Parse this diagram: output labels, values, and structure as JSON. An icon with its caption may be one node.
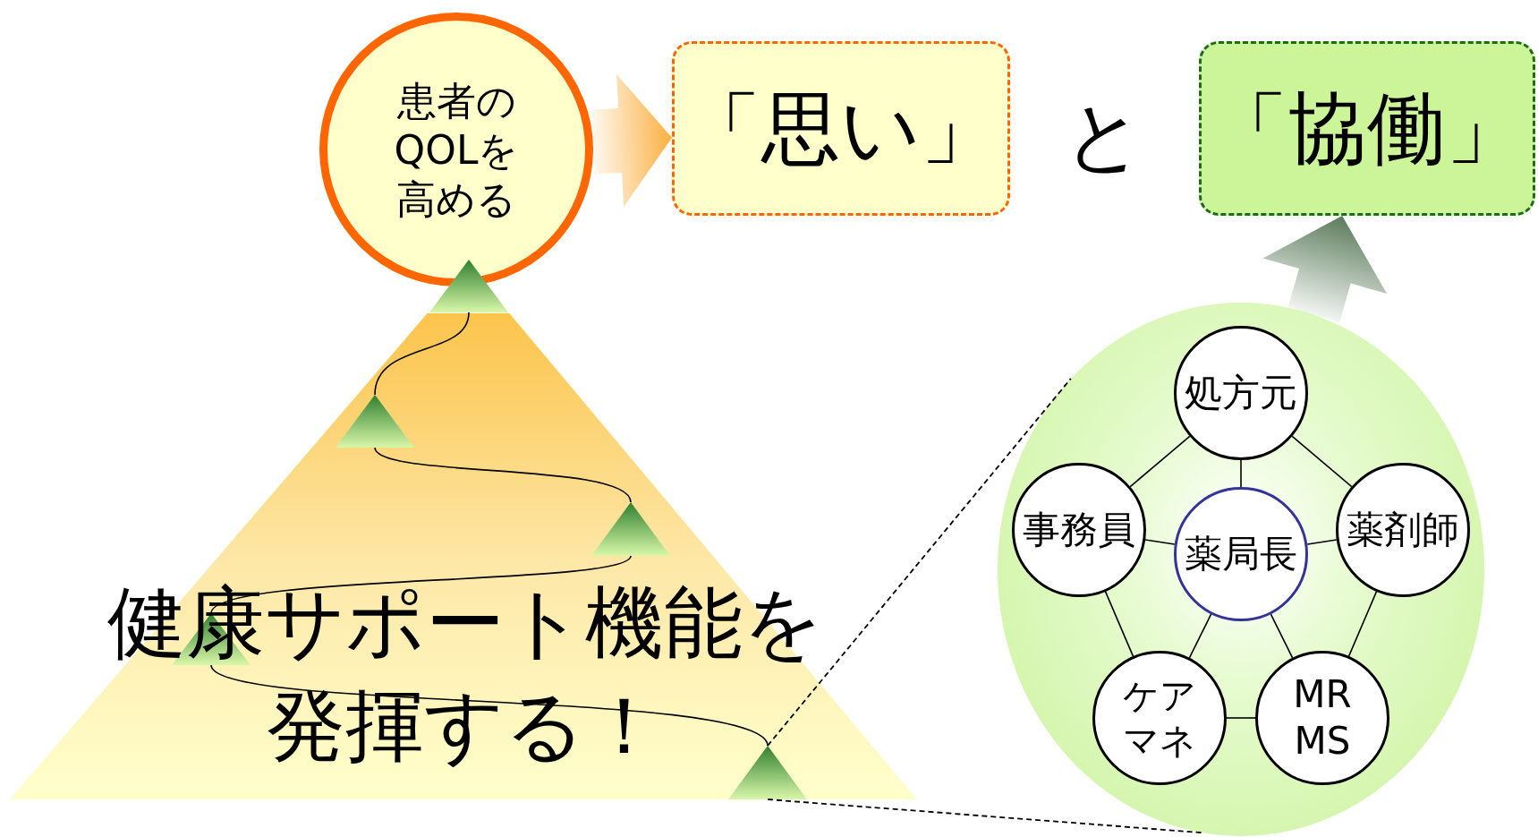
{
  "diagram": {
    "nodes": [
      {
        "text": [
          "患者のQOLを高める"
        ]
      },
      {
        "text": [
          "「思い」"
        ]
      },
      {
        "text": [
          "「協働」"
        ]
      },
      {
        "text": [
          "健康サポート機能を発揮する！"
        ]
      },
      {
        "text": [],
        "shape": "triangle"
      },
      {
        "text": [],
        "shape": "triangle",
        "in": 3
      },
      {
        "text": [],
        "shape": "triangle",
        "in": 3
      },
      {
        "text": [],
        "shape": "triangle",
        "in": 3
      },
      {
        "text": [],
        "shape": "triangle",
        "in": 3
      },
      {
        "text": [],
        "shape": "ellipse"
      },
      {
        "text": [
          "処方元"
        ],
        "in": 9
      },
      {
        "text": [
          "事務員"
        ],
        "in": 9
      },
      {
        "text": [
          "薬局長"
        ],
        "in": 9
      },
      {
        "text": [
          "薬剤師"
        ],
        "in": 9
      },
      {
        "text": [
          "ケアマネ"
        ],
        "in": 9
      },
      {
        "text": [
          "MR MS"
        ],
        "in": 9
      }
    ],
    "edges": [
      {
        "from": 0,
        "to": 1,
        "arrow": "to",
        "style": "thick",
        "color": "#fbb040"
      },
      {
        "from": 9,
        "to": 2,
        "arrow": "to",
        "style": "thick",
        "color": "#5b7b5b"
      },
      {
        "from": 4,
        "to": 5,
        "arrow": "none"
      },
      {
        "from": 5,
        "to": 6,
        "arrow": "none"
      },
      {
        "from": 6,
        "to": 7,
        "arrow": "none"
      },
      {
        "from": 7,
        "to": 8,
        "arrow": "none"
      },
      {
        "from": 8,
        "to": 9,
        "arrow": "none",
        "style": "dashed"
      },
      {
        "from": 8,
        "to": 9,
        "arrow": "none",
        "style": "dashed"
      },
      {
        "from": 10,
        "to": 11,
        "arrow": "none"
      },
      {
        "from": 10,
        "to": 13,
        "arrow": "none"
      },
      {
        "from": 10,
        "to": 12,
        "arrow": "none"
      },
      {
        "from": 11,
        "to": 12,
        "arrow": "none"
      },
      {
        "from": 13,
        "to": 12,
        "arrow": "none"
      },
      {
        "from": 11,
        "to": 14,
        "arrow": "none"
      },
      {
        "from": 13,
        "to": 15,
        "arrow": "none"
      },
      {
        "from": 12,
        "to": 14,
        "arrow": "none"
      },
      {
        "from": 12,
        "to": 15,
        "arrow": "none"
      },
      {
        "from": 14,
        "to": 15,
        "arrow": "none"
      }
    ],
    "labels": [
      "と"
    ]
  }
}
